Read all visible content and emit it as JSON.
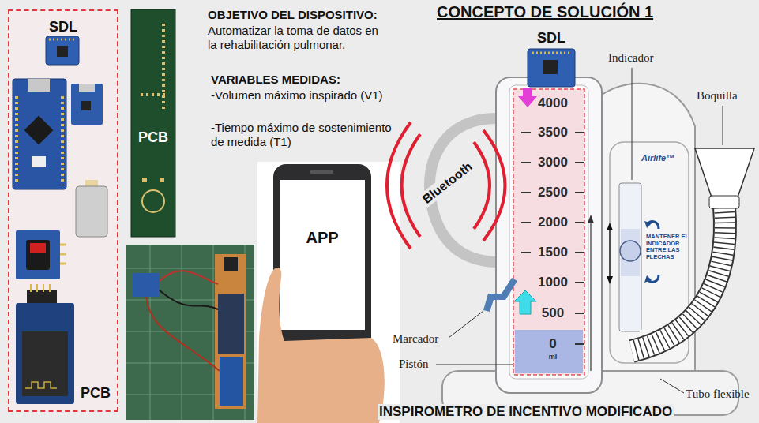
{
  "diagram": {
    "title": "CONCEPTO DE SOLUCIÓN 1",
    "caption": "INSPIROMETRO DE INCENTIVO MODIFICADO",
    "nodes": [
      {
        "text": [
          "SDL",
          "PCB"
        ]
      },
      {
        "text": [
          "PCB"
        ]
      },
      {
        "text": [
          "APP"
        ]
      },
      {
        "text": [
          "SDL"
        ]
      }
    ],
    "labels": [
      "OBJETIVO DEL DISPOSITIVO:",
      "Automatizar la toma de datos en la rehabilitación pulmonar.",
      "VARIABLES MEDIDAS:",
      "-Volumen máximo inspirado (V1)",
      "-Tiempo máximo de sostenimiento de medida (T1)",
      "Bluetooth",
      "Indicador",
      "Boquilla",
      "Airlife™",
      "4000",
      "3500",
      "3000",
      "2500",
      "2000",
      "1500",
      "1000",
      "500",
      "0",
      "ml",
      "MANTENER EL INDICADOR ENTRE LAS FLECHAS",
      "Marcador",
      "Pistón",
      "Tubo flexible"
    ]
  }
}
